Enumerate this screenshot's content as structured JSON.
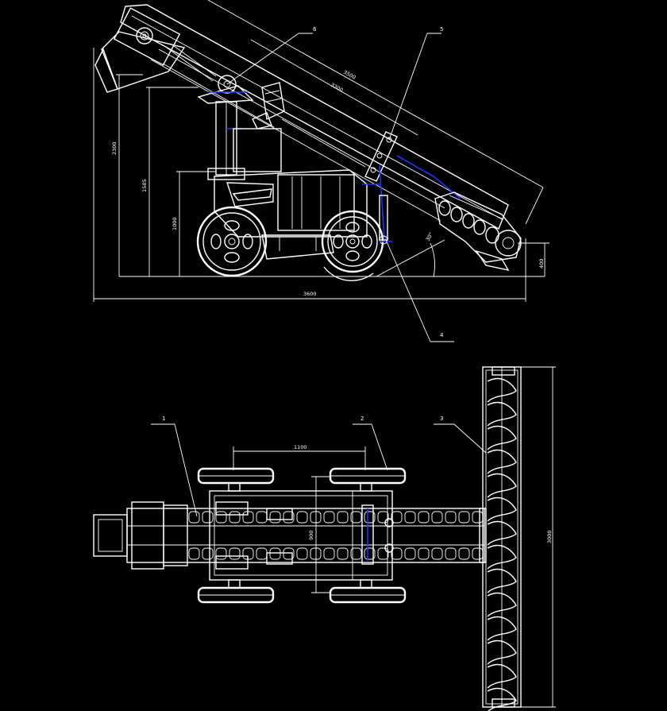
{
  "drawing": {
    "background": "#000000",
    "line_color": "#ffffff",
    "accent_color": "#1f33ff",
    "side_view": {
      "dimensions": {
        "length_top_outer": "3500",
        "length_top_inner": "3300",
        "height_total": "2300",
        "height_mid": "1585",
        "height_low": "1000",
        "length_overall": "3600",
        "height_front": "400",
        "angle": "30°"
      },
      "callouts": {
        "c6": "6",
        "c5": "5",
        "c4": "4"
      }
    },
    "top_view": {
      "dimensions": {
        "wheelbase": "1100",
        "track": "900",
        "auger_width": "3000"
      },
      "callouts": {
        "c1": "1",
        "c2": "2",
        "c3": "3"
      }
    }
  }
}
